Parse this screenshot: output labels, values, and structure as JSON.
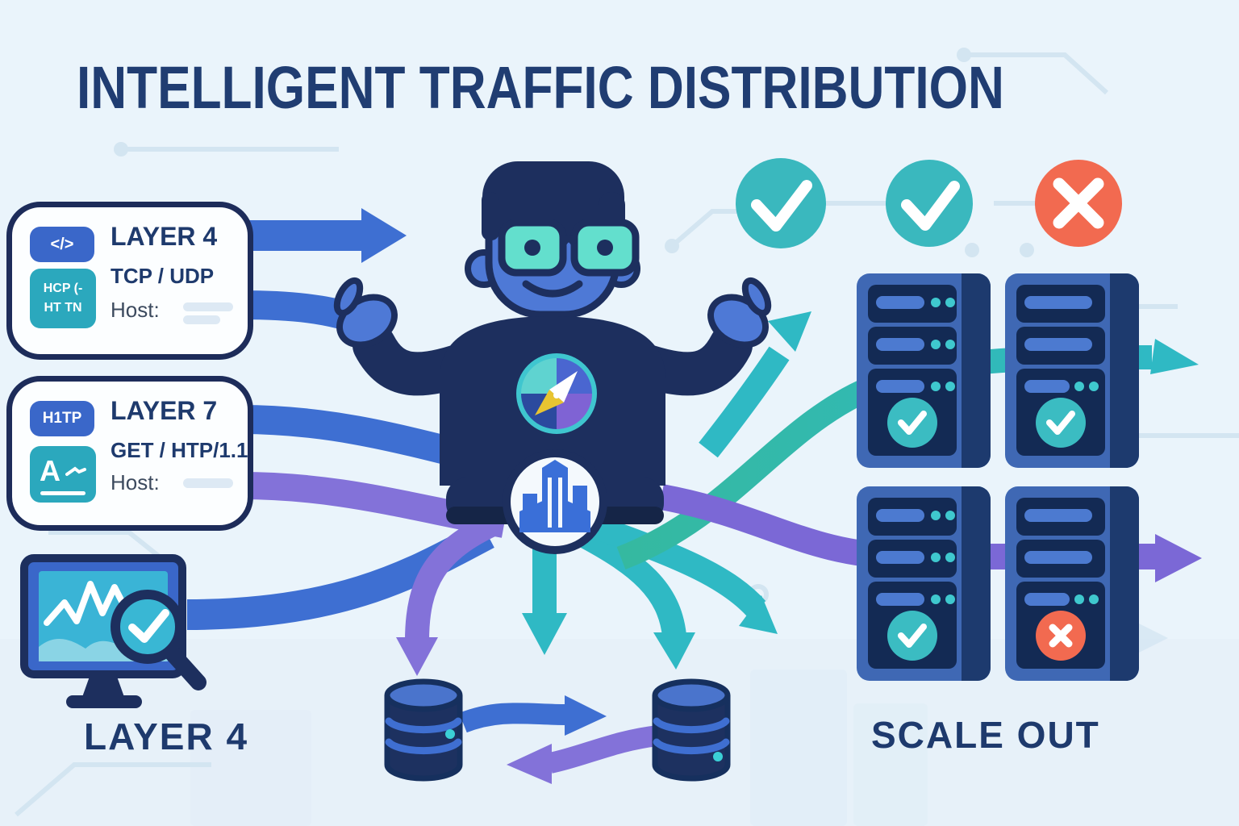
{
  "title": "INTELLIGENT TRAFFIC DISTRIBUTION",
  "cards": {
    "layer4": {
      "heading": "LAYER 4",
      "line1": "TCP / UDP",
      "host_label": "Host:",
      "code_tile_text": "</>",
      "proto_tile_line1": "HCP (-",
      "proto_tile_line2": "HT TN"
    },
    "layer7": {
      "heading": "LAYER 7",
      "line1": "GET / HTP/1.1",
      "host_label": "Host:",
      "http_tile_text": "H1TP",
      "letter_tile_text": "A"
    }
  },
  "captions": {
    "bottom_left": "LAYER 4",
    "bottom_right": "SCALE OUT"
  },
  "top_badges": [
    {
      "icon": "check"
    },
    {
      "icon": "check"
    },
    {
      "icon": "cross"
    }
  ],
  "servers": [
    {
      "position": "top-left",
      "status": "healthy",
      "icon": "check"
    },
    {
      "position": "top-right",
      "status": "healthy",
      "icon": "check"
    },
    {
      "position": "bottom-left",
      "status": "healthy",
      "icon": "check"
    },
    {
      "position": "bottom-right",
      "status": "unhealthy",
      "icon": "cross"
    }
  ],
  "palette": {
    "background": "#eaf4fb",
    "navy": "#1d2f5e",
    "title_navy": "#203d72",
    "arrow_blue": "#3e6fd2",
    "arrow_teal": "#2fb9c4",
    "arrow_green": "#35b9a0",
    "arrow_purple": "#8372d9",
    "success_teal": "#3ab8be",
    "failure_coral": "#f26a50",
    "face_blue": "#4e79d6",
    "lens_teal": "#63dfcd",
    "server_blue": "#3f68b4"
  }
}
